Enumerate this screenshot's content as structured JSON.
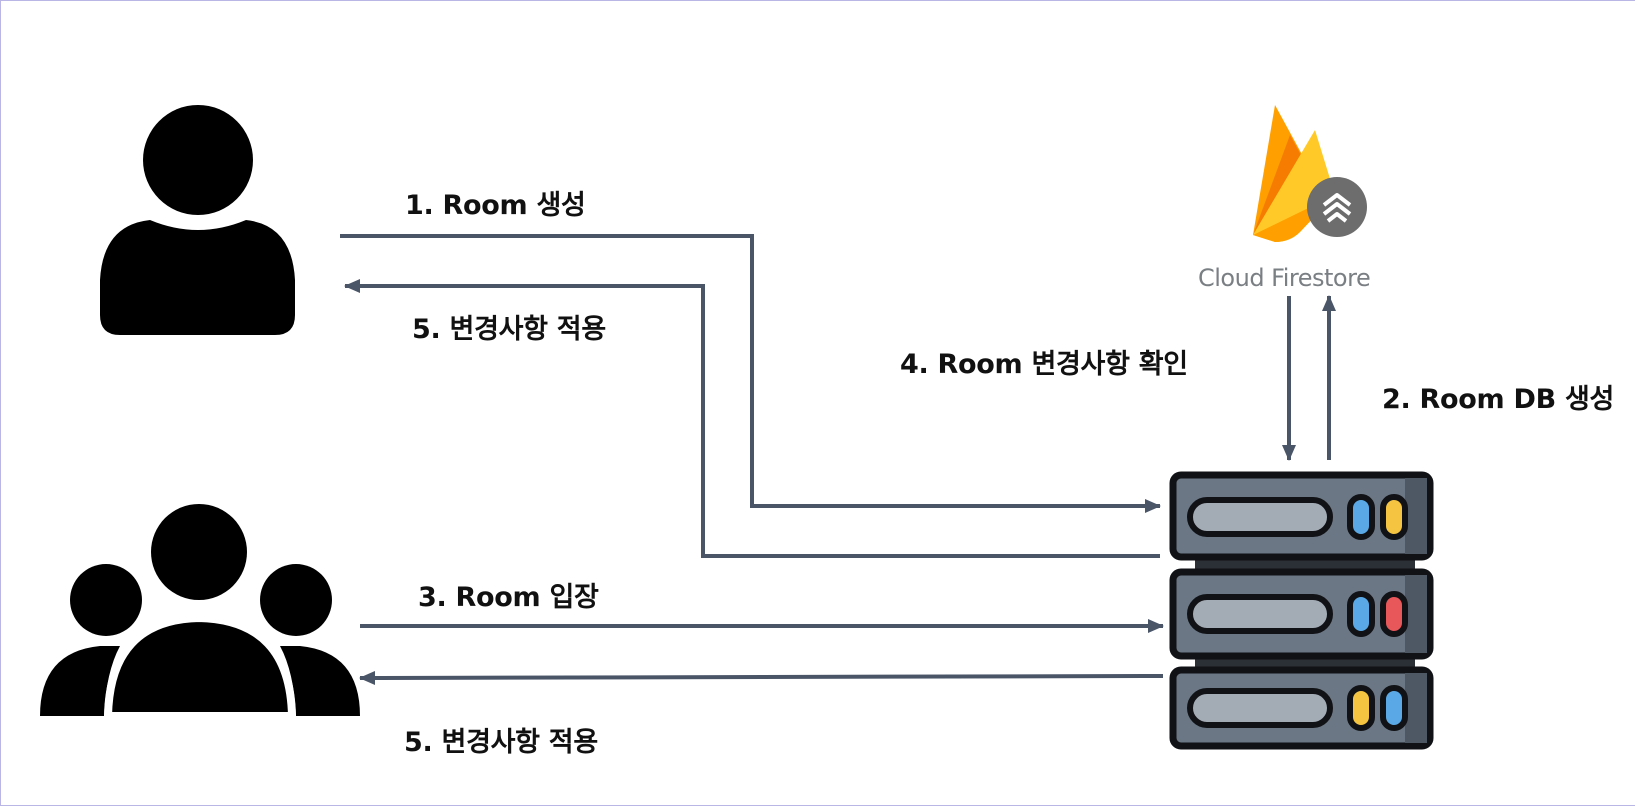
{
  "labels": {
    "step1": "1. Room 생성",
    "step2": "2. Room DB 생성",
    "step3": "3. Room 입장",
    "step4": "4. Room 변경사항 확인",
    "step5_host": "5. 변경사항 적용",
    "step5_guests": "5. 변경사항 적용"
  },
  "firestore": {
    "name": "Cloud Firestore"
  },
  "icons": {
    "host": "single-user-icon",
    "guests": "user-group-icon",
    "database": "firebase-flame-icon",
    "server": "server-rack-icon"
  },
  "colors": {
    "arrow": "#4a5568",
    "silhouette": "#000000",
    "server_body": "#6b7785",
    "server_slot": "#a3abb5",
    "led_blue": "#5aa9e6",
    "led_yellow": "#f5c542",
    "led_red": "#e8575a",
    "flame_dark": "#f6a623",
    "flame_light": "#ffca28",
    "flame_orange": "#f57c00",
    "badge": "#6d6d6d"
  }
}
